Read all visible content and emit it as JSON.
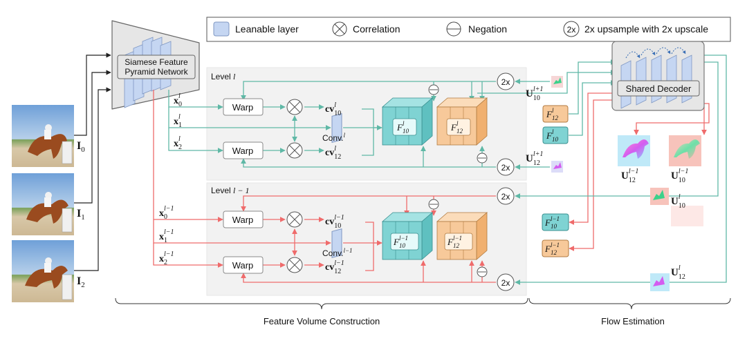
{
  "legend": {
    "learnable_layer": "Leanable layer",
    "correlation": "Correlation",
    "negation": "Negation",
    "upsample_symbol": "2x",
    "upsample": "2x upsample with 2x upscale"
  },
  "inputs": {
    "i0": {
      "base": "I",
      "sub": "0"
    },
    "i1": {
      "base": "I",
      "sub": "1"
    },
    "i2": {
      "base": "I",
      "sub": "2"
    }
  },
  "siamese": {
    "line1": "Siamese Feature",
    "line2": "Pyramid Network"
  },
  "level_l": {
    "title_prefix": "Level ",
    "title_var": "l",
    "x0": {
      "base": "x",
      "sub": "0",
      "sup": "l"
    },
    "x1": {
      "base": "x",
      "sub": "1",
      "sup": "l"
    },
    "x2": {
      "base": "x",
      "sub": "2",
      "sup": "l"
    },
    "warp_top": "Warp",
    "warp_bottom": "Warp",
    "conv": "Conv.",
    "conv_sup": "l",
    "cv10": {
      "base": "cv",
      "sub": "10",
      "sup": "l"
    },
    "cv12": {
      "base": "cv",
      "sub": "12",
      "sup": "l"
    },
    "f10": {
      "base": "F",
      "sub": "10",
      "sup": "l"
    },
    "f12": {
      "base": "F",
      "sub": "12",
      "sup": "l"
    },
    "up_top": "2x",
    "up_bottom": "2x"
  },
  "level_l1": {
    "title_prefix": "Level ",
    "title_var": "l − 1",
    "x0": {
      "base": "x",
      "sub": "0",
      "sup": "l−1"
    },
    "x1": {
      "base": "x",
      "sub": "1",
      "sup": "l−1"
    },
    "x2": {
      "base": "x",
      "sub": "2",
      "sup": "l−1"
    },
    "warp_top": "Warp",
    "warp_bottom": "Warp",
    "conv": "Conv.",
    "conv_sup": "l−1",
    "cv10": {
      "base": "cv",
      "sub": "10",
      "sup": "l−1"
    },
    "cv12": {
      "base": "cv",
      "sub": "12",
      "sup": "l−1"
    },
    "f10": {
      "base": "F",
      "sub": "10",
      "sup": "l−1"
    },
    "f12": {
      "base": "F",
      "sub": "12",
      "sup": "l−1"
    },
    "up_top": "2x",
    "up_bottom": "2x"
  },
  "flow": {
    "u10_prev": {
      "base": "U",
      "sub": "10",
      "sup": "l+1"
    },
    "u12_prev": {
      "base": "U",
      "sub": "12",
      "sup": "l+1"
    },
    "f12_l": {
      "base": "F",
      "sub": "12",
      "sup": "l"
    },
    "f10_l": {
      "base": "F",
      "sub": "10",
      "sup": "l"
    },
    "shared_decoder": "Shared Decoder",
    "u12_lm1": {
      "base": "U",
      "sub": "12",
      "sup": "l−1"
    },
    "u10_lm1": {
      "base": "U",
      "sub": "10",
      "sup": "l−1"
    },
    "u10_l": {
      "base": "U",
      "sub": "10",
      "sup": "l"
    },
    "f10_lm1": {
      "base": "F",
      "sub": "10",
      "sup": "l−1"
    },
    "f12_lm1": {
      "base": "F",
      "sub": "12",
      "sup": "l−1"
    },
    "u12_l": {
      "base": "U",
      "sub": "12",
      "sup": "l"
    }
  },
  "brackets": {
    "feature_volume": "Feature Volume Construction",
    "flow_estimation": "Flow Estimation"
  },
  "colors": {
    "teal": "#5fb8a6",
    "red": "#ef6b6b",
    "learnable_fill": "#c5d6f2",
    "learnable_stroke": "#7f97c2",
    "cyan_volume": "#7fd3d3",
    "orange_volume": "#f7c99a",
    "panel_bg": "#f2f2f2",
    "gray_stroke": "#777777"
  }
}
